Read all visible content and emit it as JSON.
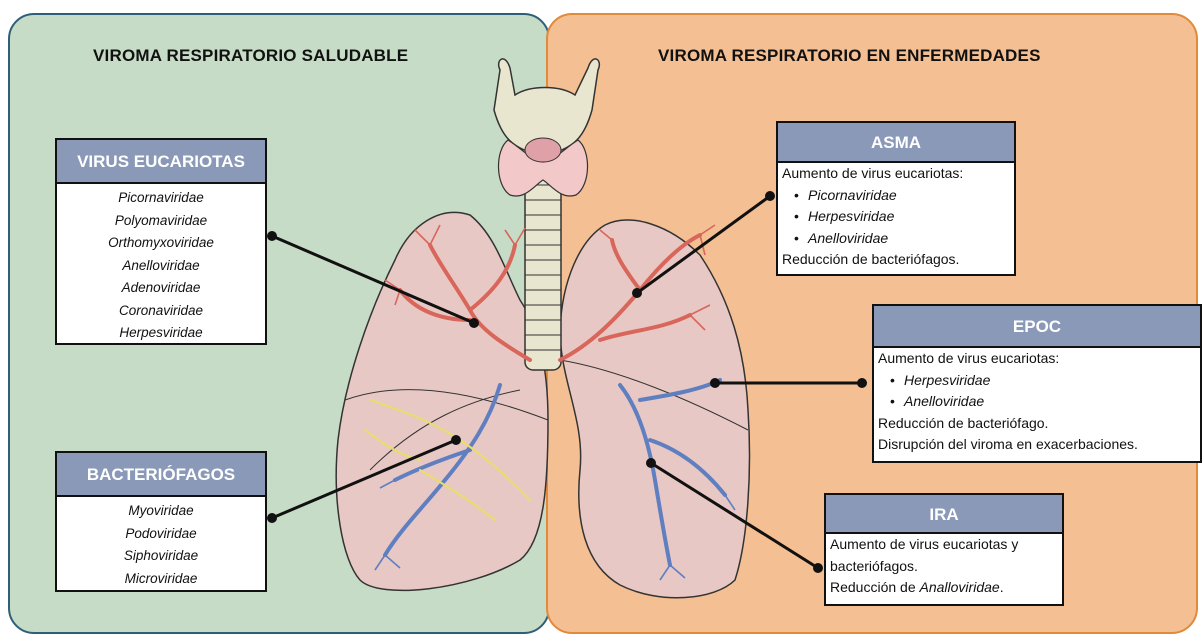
{
  "left_panel": {
    "title": "VIROMA RESPIRATORIO SALUDABLE",
    "bg_color": "#c6dcc6",
    "border_color": "#2f5f78"
  },
  "right_panel": {
    "title": "VIROMA RESPIRATORIO EN ENFERMEDADES",
    "bg_color": "#f4bf93",
    "border_color": "#e08a3b"
  },
  "header_color": "#8a99b8",
  "virus_eucariotas": {
    "title": "VIRUS EUCARIOTAS",
    "items": [
      "Picornaviridae",
      "Polyomaviridae",
      "Orthomyxoviridae",
      "Anelloviridae",
      "Adenoviridae",
      "Coronaviridae",
      "Herpesviridae"
    ]
  },
  "bacteriofagos": {
    "title": "BACTERIÓFAGOS",
    "items": [
      "Myoviridae",
      "Podoviridae",
      "Siphoviridae",
      "Microviridae"
    ]
  },
  "asma": {
    "title": "ASMA",
    "intro": "Aumento de virus eucariotas:",
    "bullets": [
      "Picornaviridae",
      "Herpesviridae",
      "Anelloviridae"
    ],
    "outro": "Reducción de bacteriófagos."
  },
  "epoc": {
    "title": "EPOC",
    "intro": "Aumento de virus eucariotas:",
    "bullets": [
      "Herpesviridae",
      "Anelloviridae"
    ],
    "line1": "Reducción de bacteriófago.",
    "line2": "Disrupción del viroma en exacerbaciones."
  },
  "ira": {
    "title": "IRA",
    "line1": "Aumento de virus eucariotas y",
    "line2": "bacteriófagos.",
    "line3_prefix": "Reducción de ",
    "line3_italic": "Analloviridae",
    "line3_suffix": "."
  },
  "illustration": {
    "icon": "lungs-icon",
    "colors": {
      "lung": "#e8c8c4",
      "trachea": "#e9e6cf",
      "thyroid": "#f2c8c8",
      "arteries": "#d9665a",
      "veins": "#5f7fc0",
      "lymph": "#e6df6a"
    }
  }
}
